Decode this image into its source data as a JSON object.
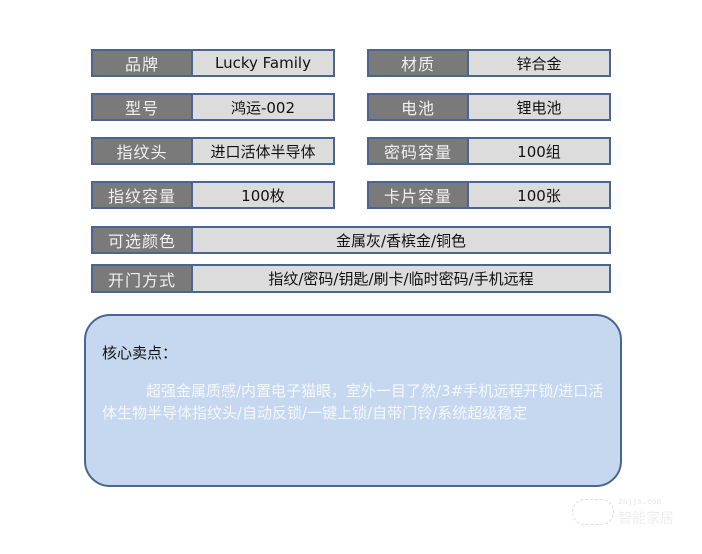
{
  "specs": [
    {
      "label": "品牌",
      "value": "Lucky Family"
    },
    {
      "label": "材质",
      "value": "锌合金"
    },
    {
      "label": "型号",
      "value": "鸿运-002"
    },
    {
      "label": "电池",
      "value": "锂电池"
    },
    {
      "label": "指纹头",
      "value": "进口活体半导体"
    },
    {
      "label": "密码容量",
      "value": "100组"
    },
    {
      "label": "指纹容量",
      "value": "100枚"
    },
    {
      "label": "卡片容量",
      "value": "100张"
    },
    {
      "label": "可选颜色",
      "value": "金属灰/香槟金/铜色"
    },
    {
      "label": "开门方式",
      "value": "指纹/密码/钥匙/刷卡/临时密码/手机远程"
    }
  ],
  "core": {
    "title": "核心卖点：",
    "body": "超强金属质感/内置电子猫眼，室外一目了然/3#手机远程开锁/进口活体生物半导体指纹头/自动反锁/一键上锁/自带门铃/系统超级稳定"
  },
  "watermark": {
    "line1": "znjjs.com",
    "line2": "智能家居"
  },
  "colors": {
    "label_bg": "#7a7a7a",
    "value_bg": "#dcdcdc",
    "border": "#4a6690",
    "core_bg": "#c6d8ef"
  }
}
